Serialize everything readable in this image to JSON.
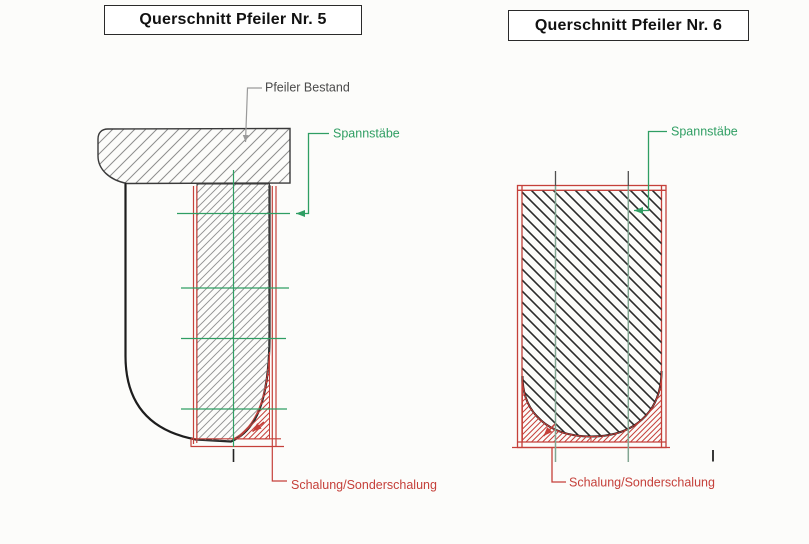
{
  "panels": [
    {
      "title": "Querschnitt Pfeiler Nr. 5",
      "labels": {
        "existing_pier": "Pfeiler Bestand",
        "tension_rods": "Spannstäbe",
        "formwork": "Schalung/Sonderschalung"
      }
    },
    {
      "title": "Querschnitt Pfeiler Nr. 6",
      "labels": {
        "tension_rods": "Spannstäbe",
        "formwork": "Schalung/Sonderschalung"
      }
    }
  ],
  "colors": {
    "formwork_red": "#c5403a",
    "tension_green": "#2f9e63",
    "rod_gray_green": "#82a692",
    "existing_outline": "#1d1d1d",
    "hatch_gray": "#8d8d8d",
    "label_gray": "#4a4a4a",
    "paper": "#fcfcfa"
  }
}
